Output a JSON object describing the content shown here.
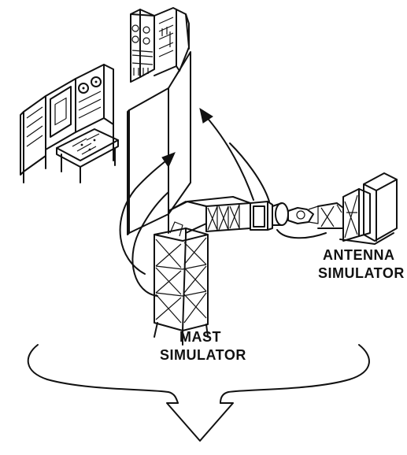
{
  "labels": {
    "antenna_line1": "ANTENNA",
    "antenna_line2": "SIMULATOR",
    "mast_line1": "MAST",
    "mast_line2": "SIMULATOR"
  },
  "colors": {
    "ink": "#111111",
    "background": "#ffffff"
  }
}
